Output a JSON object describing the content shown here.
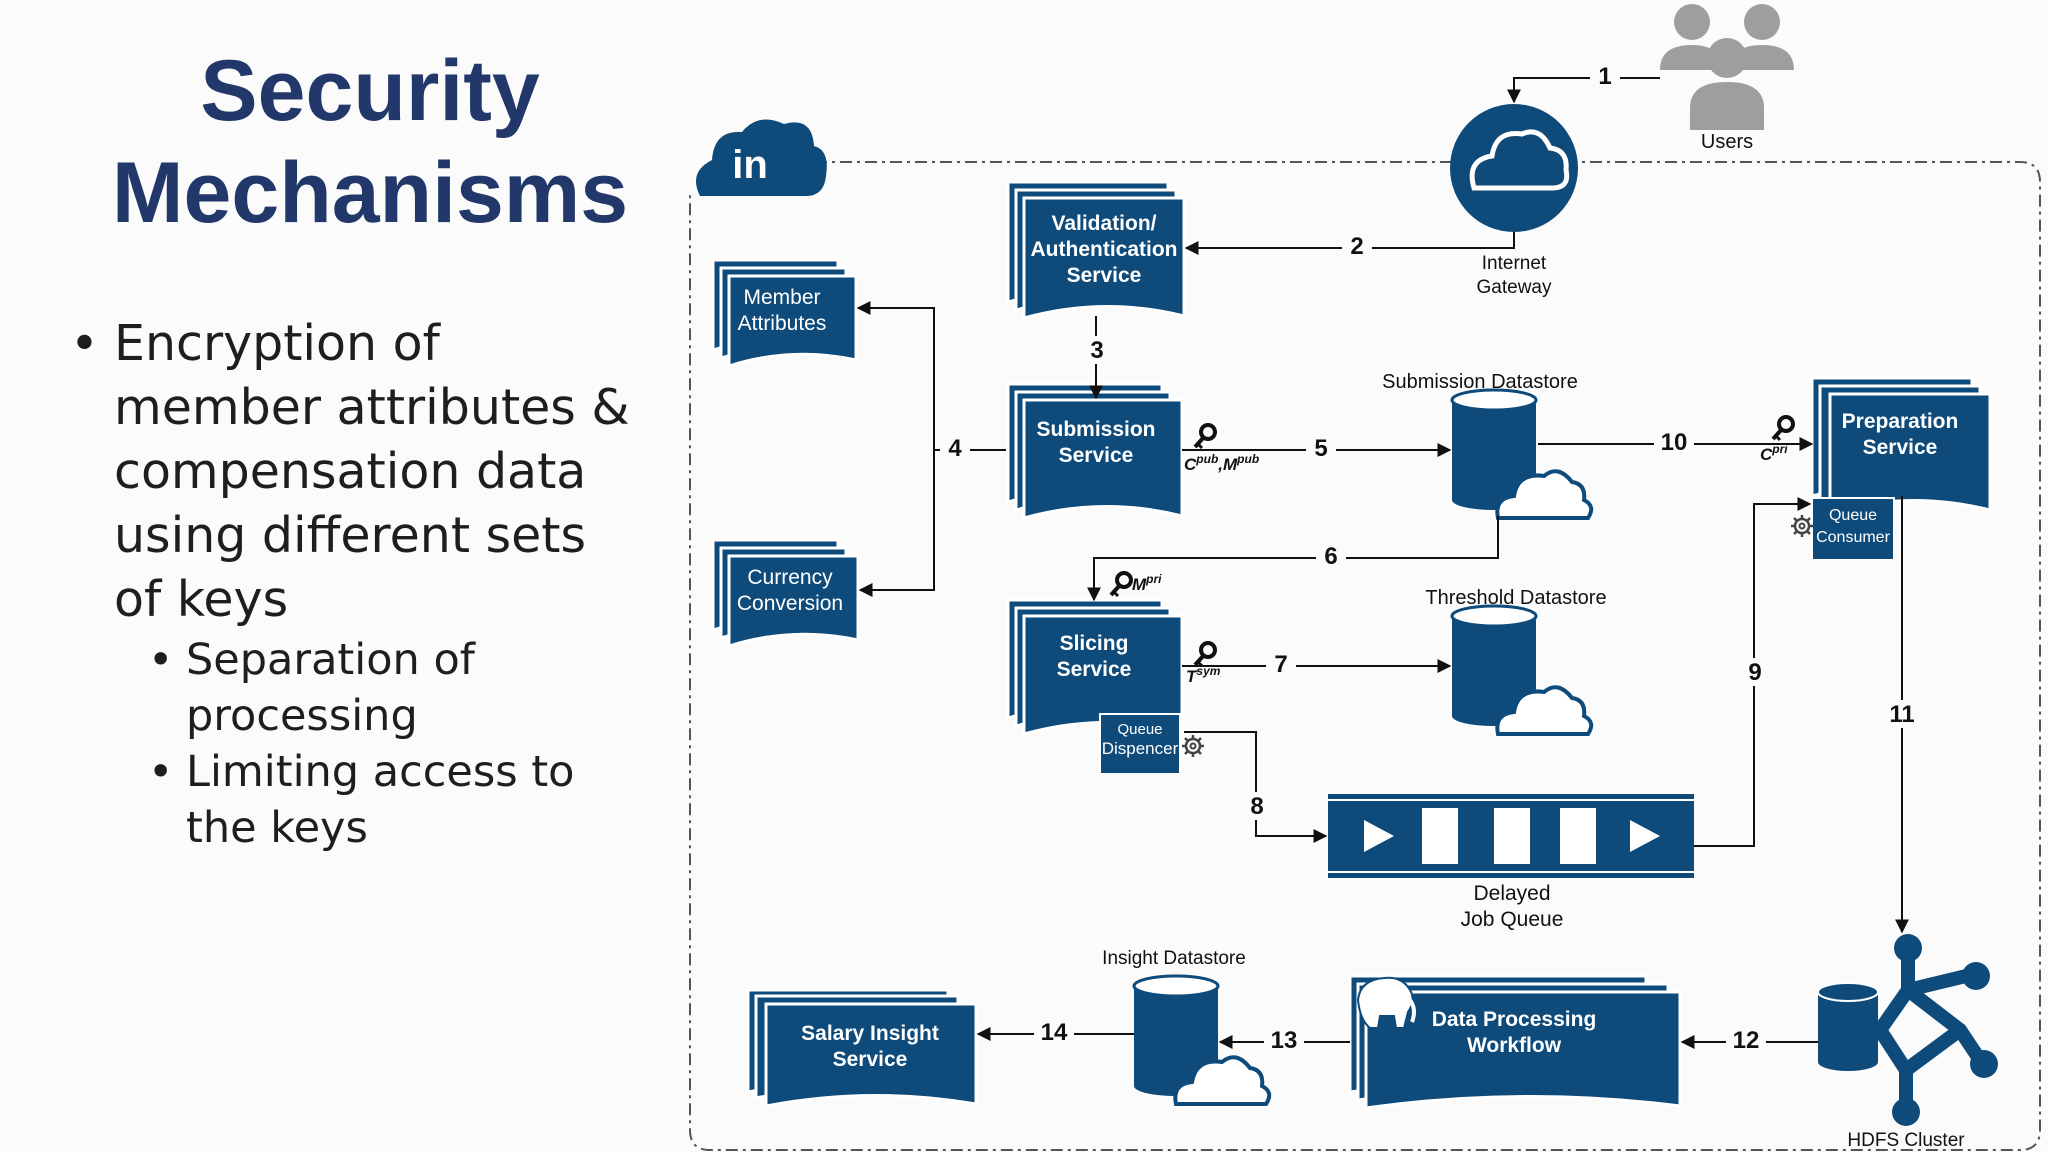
{
  "slide": {
    "title_line1": "Security",
    "title_line2": "Mechanisms",
    "bullet_main": "Encryption of member attributes & compensation data using different sets of keys",
    "sub_bullets": [
      "Separation of processing",
      "Limiting access to the keys"
    ]
  },
  "logo": {
    "text": "in"
  },
  "users": {
    "label": "Users"
  },
  "gateway": {
    "line1": "Internet",
    "line2": "Gateway"
  },
  "services": {
    "validation": {
      "line1": "Validation/",
      "line2": "Authentication",
      "line3": "Service"
    },
    "member_attributes": {
      "line1": "Member",
      "line2": "Attributes"
    },
    "currency_conversion": {
      "line1": "Currency",
      "line2": "Conversion"
    },
    "submission": {
      "line1": "Submission",
      "line2": "Service"
    },
    "slicing": {
      "line1": "Slicing",
      "line2": "Service"
    },
    "preparation": {
      "line1": "Preparation",
      "line2": "Service"
    },
    "salary_insight": {
      "line1": "Salary Insight",
      "line2": "Service"
    },
    "data_processing": {
      "line1": "Data Processing",
      "line2": "Workflow"
    }
  },
  "queues": {
    "dispencer": {
      "line1": "Queue",
      "line2": "Dispencer"
    },
    "consumer": {
      "line1": "Queue",
      "line2": "Consumer"
    },
    "delayed": {
      "line1": "Delayed",
      "line2": "Job Queue"
    }
  },
  "datastores": {
    "submission": "Submission Datastore",
    "threshold": "Threshold Datastore",
    "insight": "Insight Datastore",
    "hdfs": "HDFS Cluster"
  },
  "keys": {
    "submission": {
      "c": "C",
      "c_sup": "pub",
      "sep": ",M",
      "m_sup": "pub"
    },
    "slicing_in": {
      "m": "M",
      "m_sup": "pri"
    },
    "slicing_out": {
      "t": "T",
      "t_sup": "sym"
    },
    "preparation": {
      "c": "C",
      "c_sup": "pri"
    }
  },
  "steps": [
    "1",
    "2",
    "3",
    "4",
    "5",
    "6",
    "7",
    "8",
    "9",
    "10",
    "11",
    "12",
    "13",
    "14"
  ],
  "colors": {
    "primary": "#0e4a7a",
    "title": "#22386b",
    "arrow": "#111111",
    "users_icon": "#9e9e9e"
  }
}
